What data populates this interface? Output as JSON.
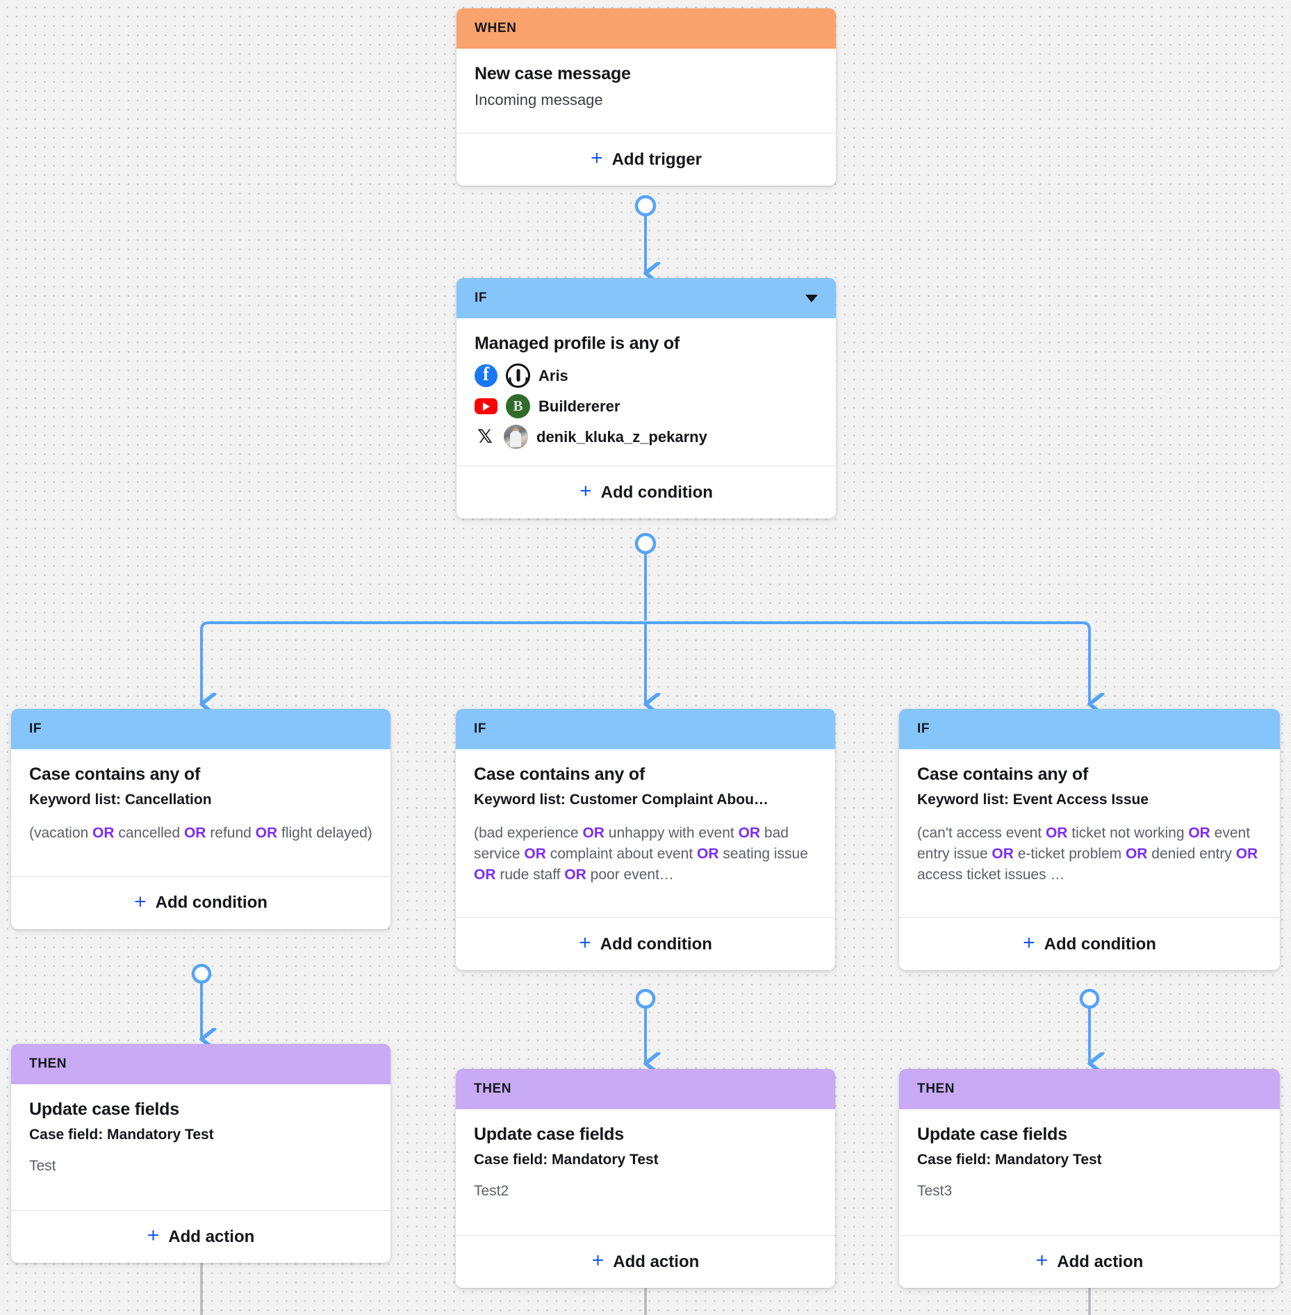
{
  "canvas": {
    "background_color": "#f2f2f2",
    "grid_dot_color": "#c9c9c9"
  },
  "colors": {
    "when_header": "#f9a26c",
    "if_header": "#86c5fa",
    "then_header": "#c8aaf5",
    "link_blue": "#1857f0",
    "wire_blue": "#55a4f5",
    "or_purple": "#7b2ff7"
  },
  "nodes": {
    "trigger": {
      "header": "WHEN",
      "title": "New case message",
      "subtitle": "Incoming message",
      "footer_label": "Add trigger"
    },
    "root_condition": {
      "header": "IF",
      "has_chevron": true,
      "title": "Managed profile is any of",
      "profiles": [
        {
          "network": "facebook",
          "network_icon": "facebook-icon",
          "avatar": "jedi-emblem-avatar",
          "name": "Aris"
        },
        {
          "network": "youtube",
          "network_icon": "youtube-icon",
          "avatar": "letter-b-avatar",
          "name": "Buildererer"
        },
        {
          "network": "x",
          "network_icon": "x-icon",
          "avatar": "photo-avatar",
          "name": "denik_kluka_z_pekarny"
        }
      ],
      "footer_label": "Add condition"
    },
    "branches": [
      {
        "condition": {
          "header": "IF",
          "title": "Case contains any of",
          "keyword_list": "Keyword list: Cancellation",
          "expression_parts": [
            {
              "t": "(vacation ",
              "or": false
            },
            {
              "t": "OR",
              "or": true
            },
            {
              "t": " cancelled ",
              "or": false
            },
            {
              "t": "OR",
              "or": true
            },
            {
              "t": " refund ",
              "or": false
            },
            {
              "t": "OR",
              "or": true
            },
            {
              "t": " flight delayed)",
              "or": false
            }
          ],
          "footer_label": "Add condition"
        },
        "action": {
          "header": "THEN",
          "title": "Update case fields",
          "case_field": "Case field: Mandatory Test",
          "value": "Test",
          "footer_label": "Add action"
        }
      },
      {
        "condition": {
          "header": "IF",
          "title": "Case contains any of",
          "keyword_list": "Keyword list: Customer Complaint Abou…",
          "expression_parts": [
            {
              "t": "(bad experience ",
              "or": false
            },
            {
              "t": "OR",
              "or": true
            },
            {
              "t": " unhappy with event ",
              "or": false
            },
            {
              "t": "OR",
              "or": true
            },
            {
              "t": " bad service ",
              "or": false
            },
            {
              "t": "OR",
              "or": true
            },
            {
              "t": " complaint about event ",
              "or": false
            },
            {
              "t": "OR",
              "or": true
            },
            {
              "t": " seating issue ",
              "or": false
            },
            {
              "t": "OR",
              "or": true
            },
            {
              "t": " rude staff ",
              "or": false
            },
            {
              "t": "OR",
              "or": true
            },
            {
              "t": " poor event…",
              "or": false
            }
          ],
          "footer_label": "Add condition"
        },
        "action": {
          "header": "THEN",
          "title": "Update case fields",
          "case_field": "Case field: Mandatory Test",
          "value": "Test2",
          "footer_label": "Add action"
        }
      },
      {
        "condition": {
          "header": "IF",
          "title": "Case contains any of",
          "keyword_list": "Keyword list: Event Access Issue",
          "expression_parts": [
            {
              "t": "(can't access event ",
              "or": false
            },
            {
              "t": "OR",
              "or": true
            },
            {
              "t": " ticket not working ",
              "or": false
            },
            {
              "t": "OR",
              "or": true
            },
            {
              "t": " event entry issue ",
              "or": false
            },
            {
              "t": "OR",
              "or": true
            },
            {
              "t": " e-ticket problem ",
              "or": false
            },
            {
              "t": "OR",
              "or": true
            },
            {
              "t": " denied entry ",
              "or": false
            },
            {
              "t": "OR",
              "or": true
            },
            {
              "t": " access ticket issues …",
              "or": false
            }
          ],
          "footer_label": "Add condition"
        },
        "action": {
          "header": "THEN",
          "title": "Update case fields",
          "case_field": "Case field: Mandatory Test",
          "value": "Test3",
          "footer_label": "Add action"
        }
      }
    ]
  }
}
